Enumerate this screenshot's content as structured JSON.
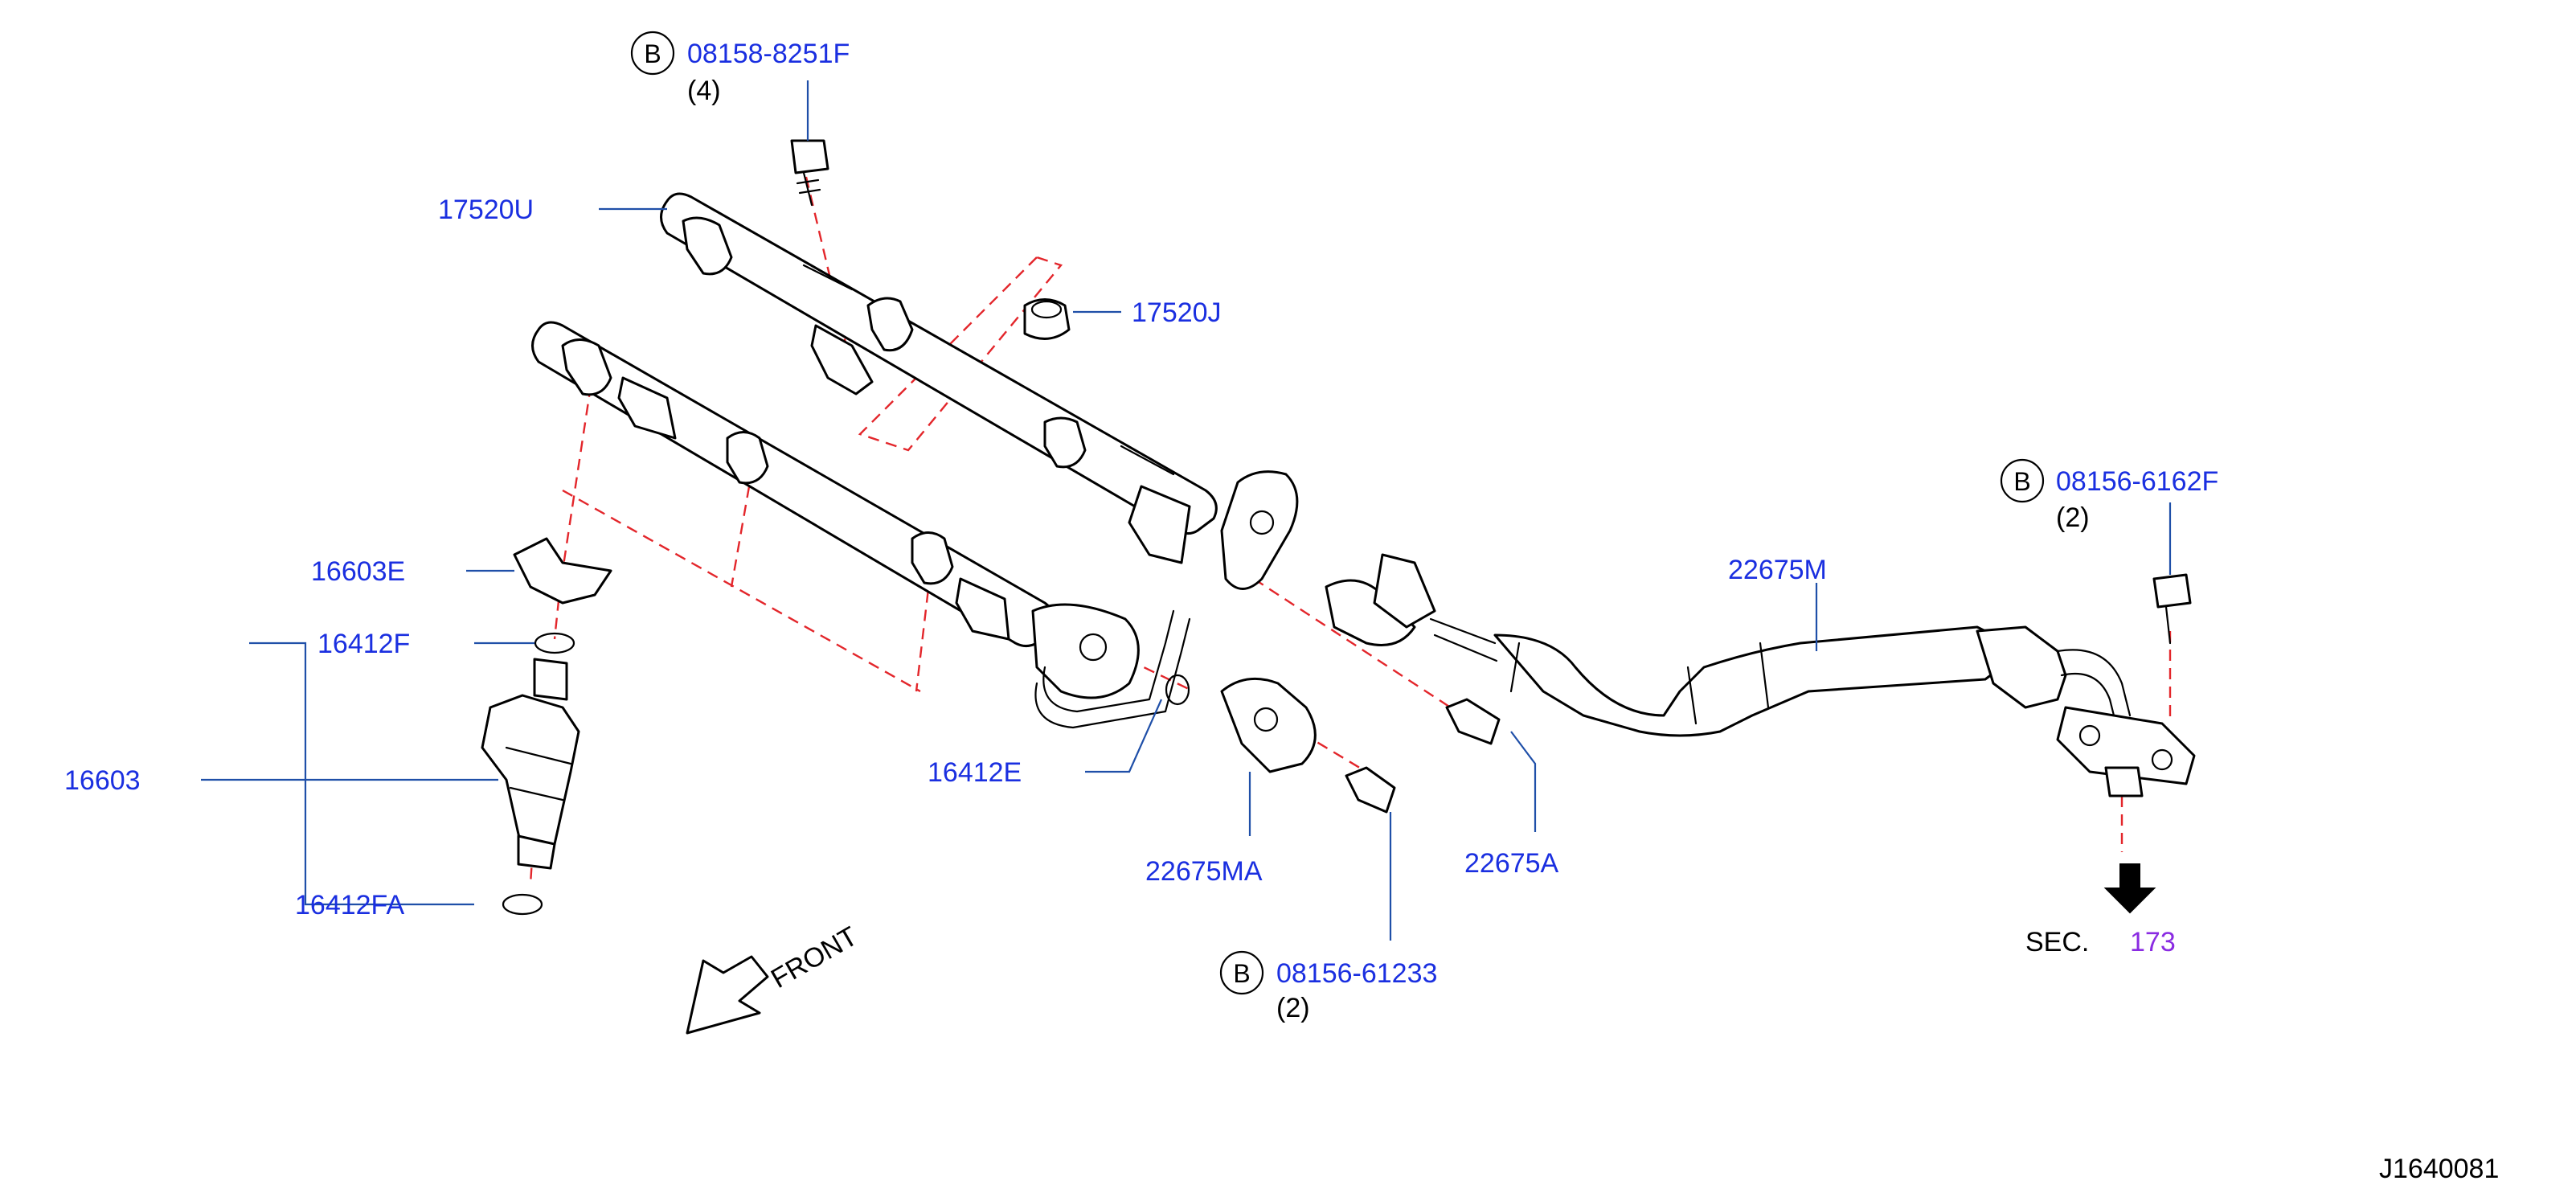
{
  "colors": {
    "part_label": "#1a2fe0",
    "section_link": "#8a2be2",
    "leader_line": "#1f4fa8",
    "dashed_assembly_line": "#e3262b",
    "line_art": "#000000"
  },
  "parts": {
    "p1": {
      "number": "08158-8251F",
      "badge": "B",
      "qty": "(4)"
    },
    "p2": {
      "number": "17520U"
    },
    "p3": {
      "number": "17520J"
    },
    "p4": {
      "number": "16603E"
    },
    "p5": {
      "number": "16412F"
    },
    "p6": {
      "number": "16603"
    },
    "p7": {
      "number": "16412FA"
    },
    "p8": {
      "number": "16412E"
    },
    "p9": {
      "number": "22675MA"
    },
    "p10": {
      "number": "08156-61233",
      "badge": "B",
      "qty": "(2)"
    },
    "p11": {
      "number": "22675A"
    },
    "p12": {
      "number": "22675M"
    },
    "p13": {
      "number": "08156-6162F",
      "badge": "B",
      "qty": "(2)"
    }
  },
  "section_ref": {
    "prefix": "SEC.",
    "number": "173"
  },
  "front_label": "FRONT",
  "diagram_id": "J1640081"
}
